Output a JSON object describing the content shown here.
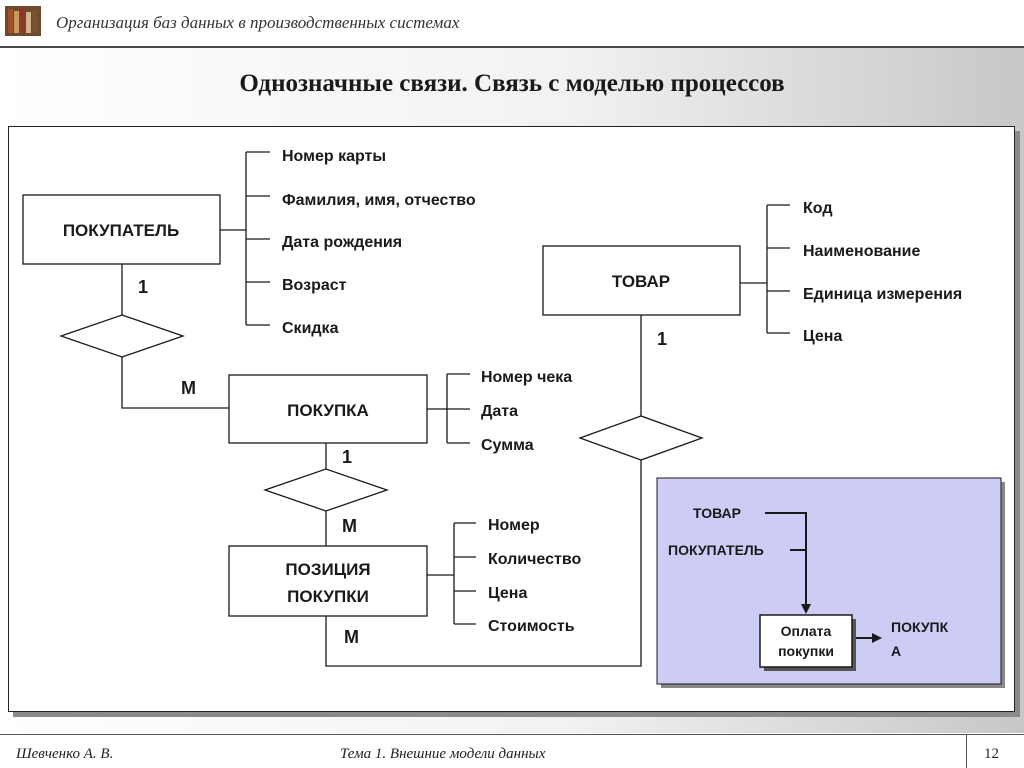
{
  "header": {
    "course_title": "Организация баз данных в производственных системах",
    "logo_icon": "books-icon"
  },
  "slide": {
    "title": "Однозначные связи. Связь с моделью процессов"
  },
  "entities": {
    "customer": {
      "label": "ПОКУПАТЕЛЬ",
      "attributes": [
        "Номер карты",
        "Фамилия, имя, отчество",
        "Дата рождения",
        "Возраст",
        "Скидка"
      ]
    },
    "product": {
      "label": "ТОВАР",
      "attributes": [
        "Код",
        "Наименование",
        "Единица измерения",
        "Цена"
      ]
    },
    "purchase": {
      "label": "ПОКУПКА",
      "attributes": [
        "Номер чека",
        "Дата",
        "Сумма"
      ]
    },
    "item": {
      "label_line1": "ПОЗИЦИЯ",
      "label_line2": "ПОКУПКИ",
      "attributes": [
        "Номер",
        "Количество",
        "Цена",
        "Стоимость"
      ]
    }
  },
  "cardinality": {
    "customer_side": "1",
    "purchase_from_customer": "M",
    "product_side": "1",
    "purchase_to_item": "1",
    "item_from_purchase": "M",
    "item_from_product": "M"
  },
  "process": {
    "input_product": "ТОВАР",
    "input_customer": "ПОКУПАТЕЛЬ",
    "process_line1": "Оплата",
    "process_line2": "покупки",
    "output_line1": "ПОКУПК",
    "output_line2": "А",
    "panel_color": "#ccccf5"
  },
  "footer": {
    "author": "Шевченко А. В.",
    "topic": "Тема 1. Внешние модели данных",
    "page": "12"
  }
}
